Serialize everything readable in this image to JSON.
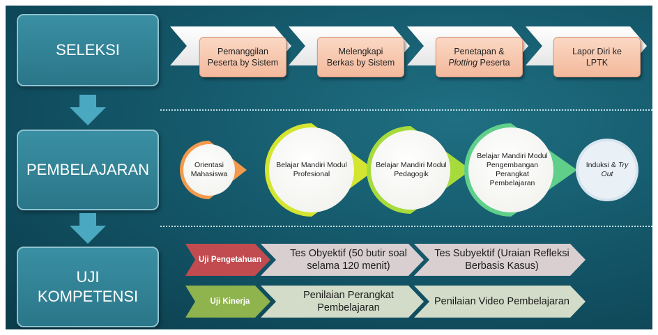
{
  "stages": [
    {
      "label": "SELEKSI"
    },
    {
      "label": "PEMBELAJARAN"
    },
    {
      "label": "UJI\nKOMPETENSI"
    }
  ],
  "seleksi_steps": [
    {
      "line1": "Pemanggilan",
      "line2": "Peserta by Sistem"
    },
    {
      "line1": "Melengkapi",
      "line2": "Berkas by Sistem"
    },
    {
      "line1": "Penetapan &",
      "line2_italic": "Plotting",
      "line2_rest": " Peserta"
    },
    {
      "line1": "Lapor Diri ke",
      "line2": "LPTK"
    }
  ],
  "pembelajaran_steps": [
    {
      "text": "Orientasi Mahasiswa",
      "color": "#f39a4c"
    },
    {
      "text": "Belajar Mandiri Modul Profesional",
      "color": "#d4e52f"
    },
    {
      "text": "Belajar Mandiri Modul Pedagogik",
      "color": "#a7db3c"
    },
    {
      "text": "Belajar Mandiri Modul Pengembangan Perangkat Pembelajaran",
      "color": "#5fcf8a"
    },
    {
      "text_prefix": "Induksi & ",
      "text_italic": "Try Out",
      "color": "#d7e4ee"
    }
  ],
  "uji_kompetensi": [
    {
      "label": "Uji Pengetahuan",
      "label_color": "#c14b4f",
      "items": [
        "Tes Obyektif (50 butir soal selama 120 menit)",
        "Tes Subyektif (Uraian Refleksi Berbasis Kasus)"
      ],
      "item_color": "#d9cfd0"
    },
    {
      "label": "Uji Kinerja",
      "label_color": "#8fb34d",
      "items": [
        "Penilaian Perangkat Pembelajaran",
        "Penilaian Video Pembelajaran"
      ],
      "item_color": "#d3dcc8"
    }
  ]
}
